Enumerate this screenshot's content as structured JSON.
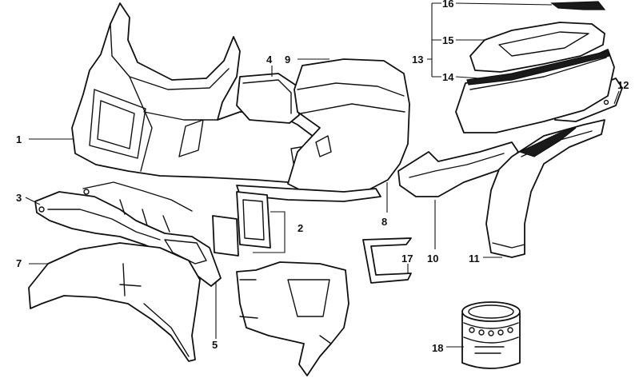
{
  "parts": [
    {
      "id": "p1",
      "label": "1"
    },
    {
      "id": "p2",
      "label": "2"
    },
    {
      "id": "p3",
      "label": "3"
    },
    {
      "id": "p4",
      "label": "4"
    },
    {
      "id": "p5",
      "label": "5"
    },
    {
      "id": "p7",
      "label": "7"
    },
    {
      "id": "p8",
      "label": "8"
    },
    {
      "id": "p9",
      "label": "9"
    },
    {
      "id": "p10",
      "label": "10"
    },
    {
      "id": "p11",
      "label": "11"
    },
    {
      "id": "p12",
      "label": "12"
    },
    {
      "id": "p13",
      "label": "13"
    },
    {
      "id": "p14",
      "label": "14"
    },
    {
      "id": "p15",
      "label": "15"
    },
    {
      "id": "p16",
      "label": "16"
    },
    {
      "id": "p17",
      "label": "17"
    },
    {
      "id": "p18",
      "label": "18"
    }
  ]
}
